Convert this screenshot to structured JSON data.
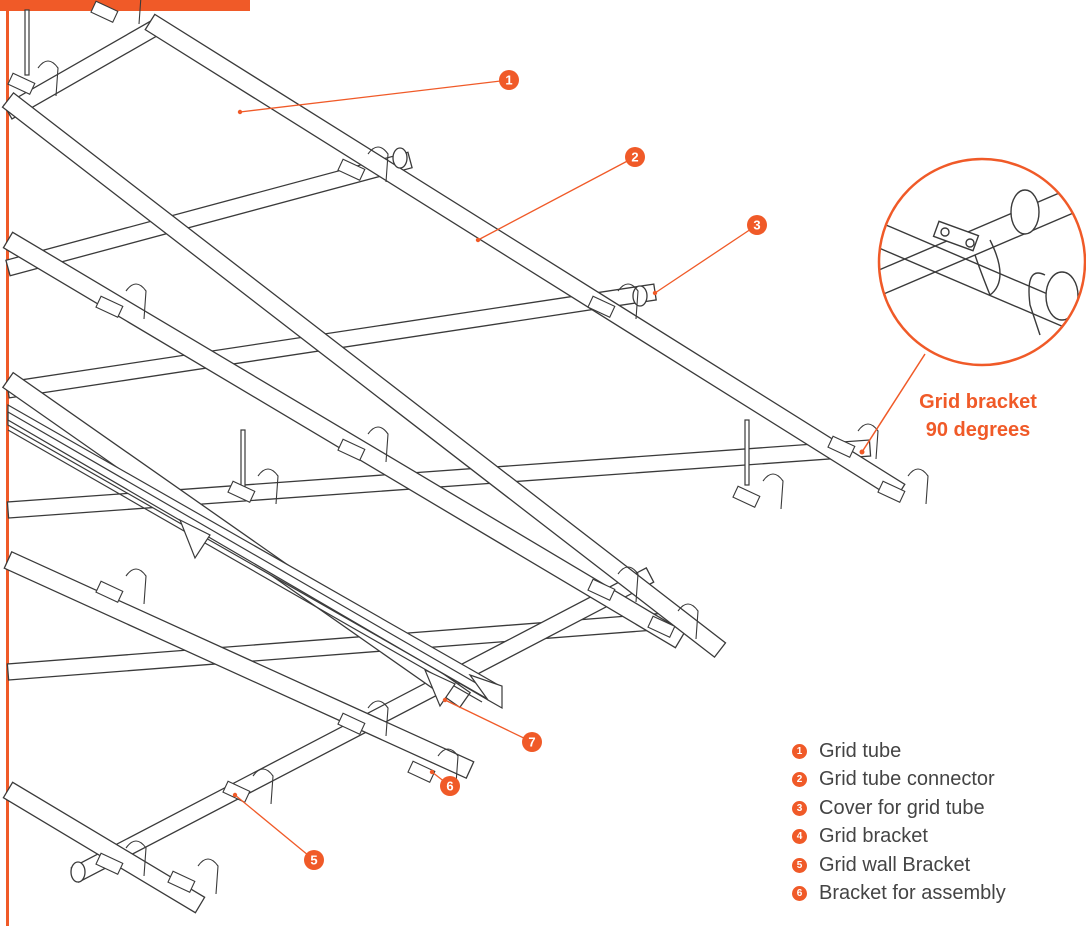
{
  "colors": {
    "accent": "#F05A28",
    "line": "#3a3a3a",
    "text": "#444444"
  },
  "callouts": [
    {
      "num": "1"
    },
    {
      "num": "2"
    },
    {
      "num": "3"
    },
    {
      "num": "5"
    },
    {
      "num": "6"
    },
    {
      "num": "7"
    }
  ],
  "zoom_detail": {
    "caption_line1": "Grid bracket",
    "caption_line2": "90 degrees"
  },
  "legend": [
    {
      "num": "1",
      "label": "Grid tube"
    },
    {
      "num": "2",
      "label": "Grid tube connector"
    },
    {
      "num": "3",
      "label": "Cover for grid tube"
    },
    {
      "num": "4",
      "label": "Grid bracket"
    },
    {
      "num": "5",
      "label": "Grid wall Bracket"
    },
    {
      "num": "6",
      "label": "Bracket for assembly"
    }
  ]
}
